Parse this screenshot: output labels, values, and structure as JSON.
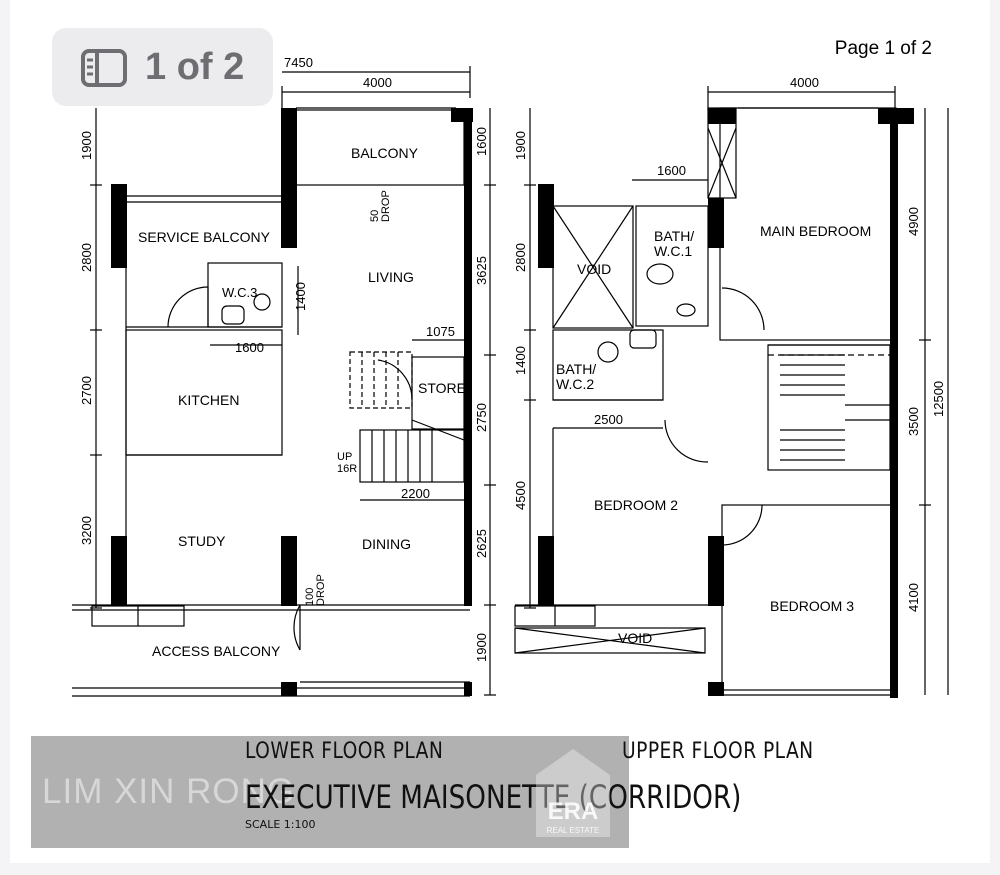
{
  "viewer": {
    "page_badge": "1 of 2",
    "page_badge_icon": "sidebar-panel-icon",
    "page_label": "Page 1 of 2"
  },
  "lower": {
    "dims": {
      "top_overall": "7450",
      "top_inner": "4000",
      "left": [
        "1900",
        "2800",
        "2700",
        "3200"
      ],
      "right": [
        "1600",
        "3625",
        "2750",
        "2625",
        "1900"
      ],
      "wc_width": "1400",
      "kitchen_width": "1600",
      "store_width": "1075",
      "stair_width": "2200"
    },
    "rooms": {
      "balcony": "BALCONY",
      "service_balcony": "SERVICE BALCONY",
      "living": "LIVING",
      "wc3": "W.C.3",
      "kitchen": "KITCHEN",
      "store": "STORE",
      "study": "STUDY",
      "dining": "DINING",
      "access_balcony": "ACCESS BALCONY"
    },
    "notes": {
      "drop_50_a": "50",
      "drop_50_b": "DROP",
      "drop_100_a": "100",
      "drop_100_b": "DROP",
      "up_a": "UP",
      "up_b": "16R"
    }
  },
  "upper": {
    "dims": {
      "top": "4000",
      "bath_width": "1600",
      "corridor_width": "2500",
      "left": [
        "1900",
        "2800",
        "1400",
        "4500"
      ],
      "right": [
        "4900",
        "3500",
        "4100"
      ],
      "overall": "12500"
    },
    "rooms": {
      "void_top": "VOID",
      "bath1_a": "BATH/",
      "bath1_b": "W.C.1",
      "main_bedroom": "MAIN BEDROOM",
      "bath2_a": "BATH/",
      "bath2_b": "W.C.2",
      "bedroom2": "BEDROOM 2",
      "bedroom3": "BEDROOM 3",
      "void_bottom": "VOID"
    }
  },
  "caption": {
    "lower_title": "LOWER FLOOR PLAN",
    "upper_title": "UPPER FLOOR PLAN",
    "unit_type": "EXECUTIVE MAISONETTE (CORRIDOR)",
    "scale": "SCALE   1:100"
  },
  "watermark": {
    "agent_name": "LIM XIN RONG",
    "brand": "ERA",
    "brand_sub": "REAL ESTATE",
    "brand_icon": "era-house-logo-icon"
  },
  "colors": {
    "background": "#ffffff",
    "badge_bg": "#ececee",
    "badge_text": "#6d6d72",
    "line": "#000000"
  }
}
